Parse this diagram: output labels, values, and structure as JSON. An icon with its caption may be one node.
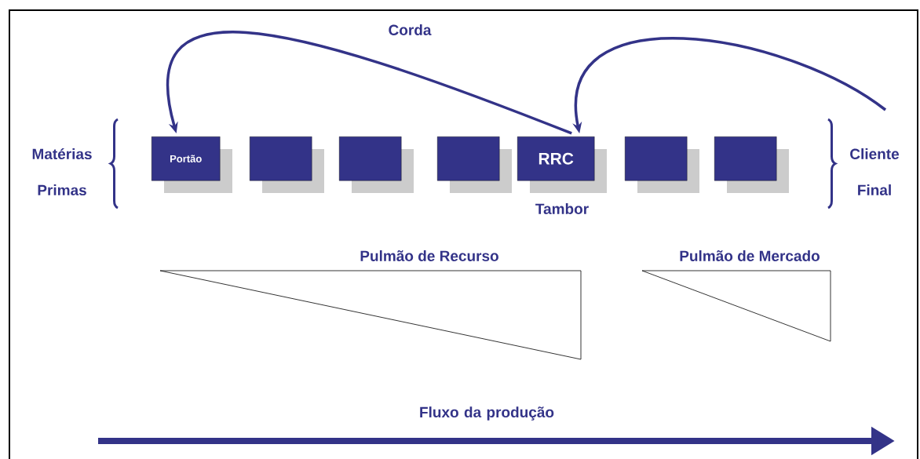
{
  "diagram": {
    "nodes": [
      {
        "text": [
          "Portão"
        ]
      },
      {
        "text": [],
        "shape": "box"
      },
      {
        "text": [],
        "shape": "box"
      },
      {
        "text": [],
        "shape": "box"
      },
      {
        "text": [
          "RRC"
        ],
        "beside": [
          "Tambor"
        ]
      },
      {
        "text": [],
        "shape": "box"
      },
      {
        "text": [],
        "shape": "box"
      },
      {
        "text": [
          "Pulmão de Recurso"
        ]
      },
      {
        "text": [
          "Pulmão de Mercado"
        ]
      }
    ],
    "edges": [
      {
        "from": 4,
        "to": 0,
        "arrow": "to",
        "label": "Corda"
      },
      {
        "from": null,
        "to": 4,
        "arrow": "to"
      }
    ],
    "labels": [
      "Matérias Primas",
      "Cliente Final",
      "Fluxo da produção"
    ]
  }
}
